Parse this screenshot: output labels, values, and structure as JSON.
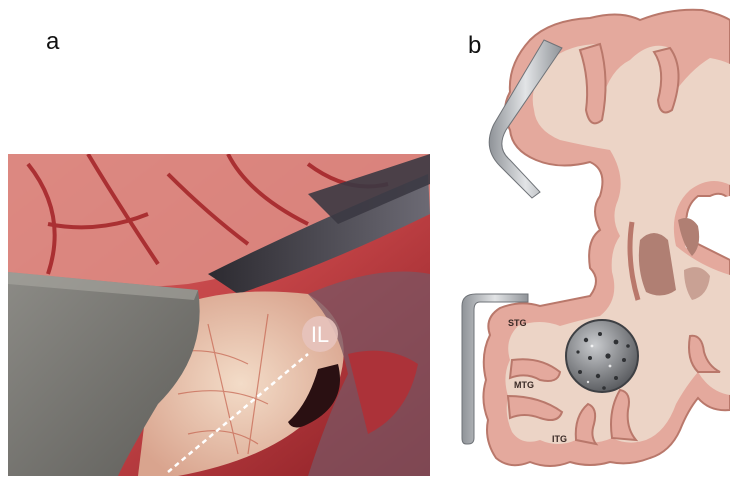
{
  "panels": {
    "a": {
      "label": "a",
      "annotation": "IL"
    },
    "b": {
      "label": "b",
      "gyri": [
        "STG",
        "MTG",
        "ITG"
      ]
    }
  },
  "colors": {
    "cortex_pink": "#e4a99d",
    "white_matter": "#ecd4c6",
    "outline": "#b9786b",
    "retractor_metal": "#b7bbbf",
    "tumor_gray": "#7c7e82",
    "tissue_red": "#b3242a"
  },
  "icons": [
    "surgical-retractor-icon",
    "tumor-icon",
    "dashed-line-marker"
  ]
}
